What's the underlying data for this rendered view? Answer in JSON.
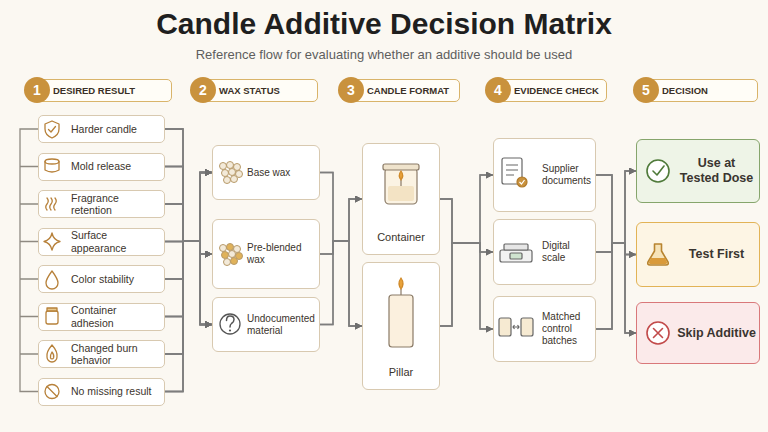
{
  "diagram": {
    "title": "Candle Additive Decision Matrix",
    "nodes": [
      {
        "text": [
          "1",
          "DESIRED RESULT"
        ]
      },
      {
        "text": [
          "2",
          "WAX STATUS"
        ]
      },
      {
        "text": [
          "3",
          "CANDLE FORMAT"
        ]
      },
      {
        "text": [
          "4",
          "EVIDENCE CHECK"
        ]
      },
      {
        "text": [
          "5",
          "DECISION"
        ]
      },
      {
        "text": [
          "Harder candle"
        ]
      },
      {
        "text": [
          "Mold release"
        ]
      },
      {
        "text": [
          "Fragrance retention"
        ]
      },
      {
        "text": [
          "Surface appearance"
        ]
      },
      {
        "text": [
          "Color stability"
        ]
      },
      {
        "text": [
          "Container adhesion"
        ]
      },
      {
        "text": [
          "Changed burn behavior"
        ]
      },
      {
        "text": [
          "No missing result"
        ]
      },
      {
        "text": [
          "Base wax"
        ]
      },
      {
        "text": [
          "Pre-blended wax"
        ]
      },
      {
        "text": [
          "Undocumented material"
        ]
      },
      {
        "text": [
          "Container"
        ]
      },
      {
        "text": [
          "Pillar"
        ]
      },
      {
        "text": [
          "Supplier documents"
        ]
      },
      {
        "text": [
          "Digital scale"
        ]
      },
      {
        "text": [
          "Matched control batches"
        ]
      },
      {
        "text": [
          "Use at Tested Dose"
        ]
      },
      {
        "text": [
          "Test First"
        ]
      },
      {
        "text": [
          "Skip Additive"
        ]
      }
    ],
    "edges": [
      {
        "from": 5,
        "to": 13,
        "arrow": "to"
      },
      {
        "from": 5,
        "to": 14,
        "arrow": "to"
      },
      {
        "from": 5,
        "to": 15,
        "arrow": "to"
      },
      {
        "from": 6,
        "to": 13,
        "arrow": "to"
      },
      {
        "from": 6,
        "to": 14,
        "arrow": "to"
      },
      {
        "from": 6,
        "to": 15,
        "arrow": "to"
      },
      {
        "from": 7,
        "to": 13,
        "arrow": "to"
      },
      {
        "from": 7,
        "to": 14,
        "arrow": "to"
      },
      {
        "from": 7,
        "to": 15,
        "arrow": "to"
      },
      {
        "from": 8,
        "to": 13,
        "arrow": "to"
      },
      {
        "from": 8,
        "to": 14,
        "arrow": "to"
      },
      {
        "from": 8,
        "to": 15,
        "arrow": "to"
      },
      {
        "from": 9,
        "to": 13,
        "arrow": "to"
      },
      {
        "from": 9,
        "to": 14,
        "arrow": "to"
      },
      {
        "from": 9,
        "to": 15,
        "arrow": "to"
      },
      {
        "from": 10,
        "to": 13,
        "arrow": "to"
      },
      {
        "from": 10,
        "to": 14,
        "arrow": "to"
      },
      {
        "from": 10,
        "to": 15,
        "arrow": "to"
      },
      {
        "from": 11,
        "to": 13,
        "arrow": "to"
      },
      {
        "from": 11,
        "to": 14,
        "arrow": "to"
      },
      {
        "from": 11,
        "to": 15,
        "arrow": "to"
      },
      {
        "from": 12,
        "to": 13,
        "arrow": "to"
      },
      {
        "from": 12,
        "to": 14,
        "arrow": "to"
      },
      {
        "from": 12,
        "to": 15,
        "arrow": "to"
      },
      {
        "from": 13,
        "to": 16,
        "arrow": "to"
      },
      {
        "from": 13,
        "to": 17,
        "arrow": "to"
      },
      {
        "from": 14,
        "to": 16,
        "arrow": "to"
      },
      {
        "from": 14,
        "to": 17,
        "arrow": "to"
      },
      {
        "from": 15,
        "to": 16,
        "arrow": "to"
      },
      {
        "from": 15,
        "to": 17,
        "arrow": "to"
      },
      {
        "from": 16,
        "to": 18,
        "arrow": "to"
      },
      {
        "from": 16,
        "to": 19,
        "arrow": "to"
      },
      {
        "from": 16,
        "to": 20,
        "arrow": "to"
      },
      {
        "from": 17,
        "to": 18,
        "arrow": "to"
      },
      {
        "from": 17,
        "to": 19,
        "arrow": "to"
      },
      {
        "from": 17,
        "to": 20,
        "arrow": "to"
      },
      {
        "from": 18,
        "to": 21,
        "arrow": "to"
      },
      {
        "from": 18,
        "to": 22,
        "arrow": "to"
      },
      {
        "from": 18,
        "to": 23,
        "arrow": "to"
      },
      {
        "from": 19,
        "to": 21,
        "arrow": "to"
      },
      {
        "from": 19,
        "to": 22,
        "arrow": "to"
      },
      {
        "from": 19,
        "to": 23,
        "arrow": "to"
      },
      {
        "from": 20,
        "to": 21,
        "arrow": "to"
      },
      {
        "from": 20,
        "to": 22,
        "arrow": "to"
      },
      {
        "from": 20,
        "to": 23,
        "arrow": "to"
      }
    ],
    "labels": [
      "Reference flow for evaluating whether an additive should be used"
    ]
  }
}
